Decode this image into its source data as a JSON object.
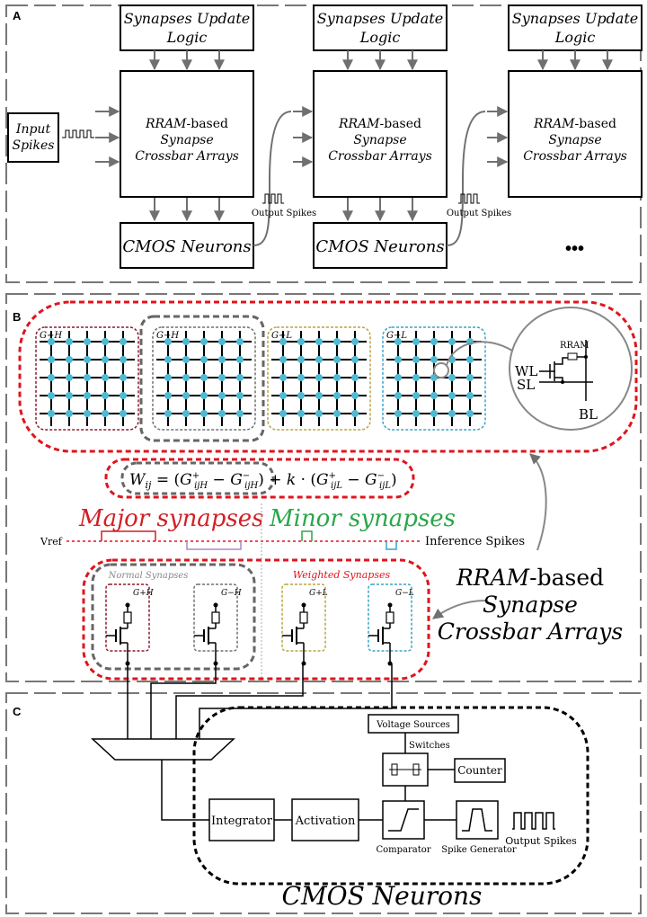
{
  "panel_a": {
    "label": "A",
    "update_logic_line1": "Synapses Update",
    "update_logic_line2": "Logic",
    "crossbar_line1_italic": "RRAM",
    "crossbar_line1_rest": "-based",
    "crossbar_line2": "Synapse",
    "crossbar_line3": "Crossbar Arrays",
    "input_line1": "Input",
    "input_line2": "Spikes",
    "neurons": "CMOS Neurons",
    "output_spikes": "Output Spikes",
    "ellipsis": "•••"
  },
  "panel_b": {
    "label": "B",
    "arrays": [
      "G+H",
      "G−H",
      "G+L",
      "G−L"
    ],
    "cell": {
      "rram": "RRAM",
      "wl": "WL",
      "sl": "SL",
      "bl": "BL"
    },
    "equation": {
      "lhs": "W",
      "lhs_sub": "ij",
      "term1": "G+ijH − G−ijH",
      "coef": "k",
      "term2": "G+ijL − G−ijL"
    },
    "major": "Major synapses",
    "minor": "Minor synapses",
    "vref": "Vref",
    "inference_spikes": "Inference Spikes",
    "normal_synapses": "Normal Synapses",
    "weighted_synapses": "Weighted Synapses",
    "rram_label_line1_italic": "RRAM",
    "rram_label_line1_rest": "-based",
    "rram_label_line2": "Synapse",
    "rram_label_line3": "Crossbar Arrays"
  },
  "panel_c": {
    "label": "C",
    "voltage_sources": "Voltage Sources",
    "switches": "Switches",
    "counter": "Counter",
    "integrator": "Integrator",
    "activation": "Activation",
    "comparator": "Comparator",
    "spike_generator": "Spike Generator",
    "output_spikes": "Output Spikes",
    "cmos_neurons": "CMOS Neurons"
  },
  "colors": {
    "red": "#e0141d",
    "gray": "#707070",
    "olive": "#b5a640",
    "blue": "#3aa3c6",
    "node": "#4fbad1",
    "major_red": "#d21f26",
    "minor_green": "#2aa64a",
    "purple": "#a98ac7",
    "maroon": "#8c1c2f"
  }
}
